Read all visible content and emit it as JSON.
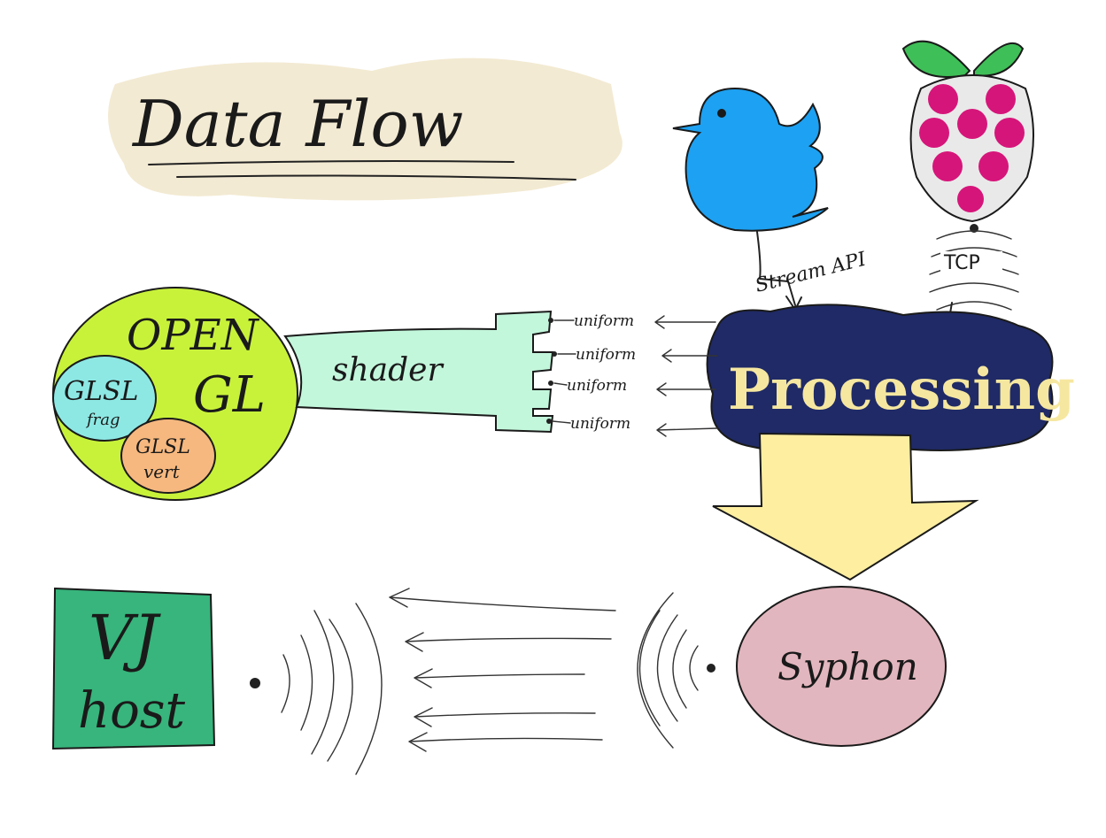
{
  "title": "Data Flow",
  "opengl": {
    "line1": "OPEN",
    "line2": "GL"
  },
  "glsl_frag": {
    "line1": "GLSL",
    "line2": "frag"
  },
  "glsl_vert": {
    "line1": "GLSL",
    "line2": "vert"
  },
  "shader_label": "shader",
  "uniforms": [
    "uniform",
    "uniform",
    "uniform",
    "uniform"
  ],
  "stream_api_label": "Stream API",
  "tcp_label": "TCP",
  "processing_label": "Processing",
  "syphon_label": "Syphon",
  "vj": {
    "line1": "VJ",
    "line2": "host"
  },
  "colors": {
    "title_highlight": "#f3ead3",
    "twitter": "#1da1f2",
    "raspberry": "#d6157a",
    "raspberry_leaf": "#3fbf57",
    "opengl": "#c8f23a",
    "glsl_frag": "#8de8e4",
    "glsl_vert": "#f6b87f",
    "shader": "#c3f7dc",
    "processing": "#1f2a66",
    "processing_text": "#f6e7a0",
    "arrow": "#fdeea0",
    "syphon": "#e2b6be",
    "vj": "#37b57c"
  }
}
